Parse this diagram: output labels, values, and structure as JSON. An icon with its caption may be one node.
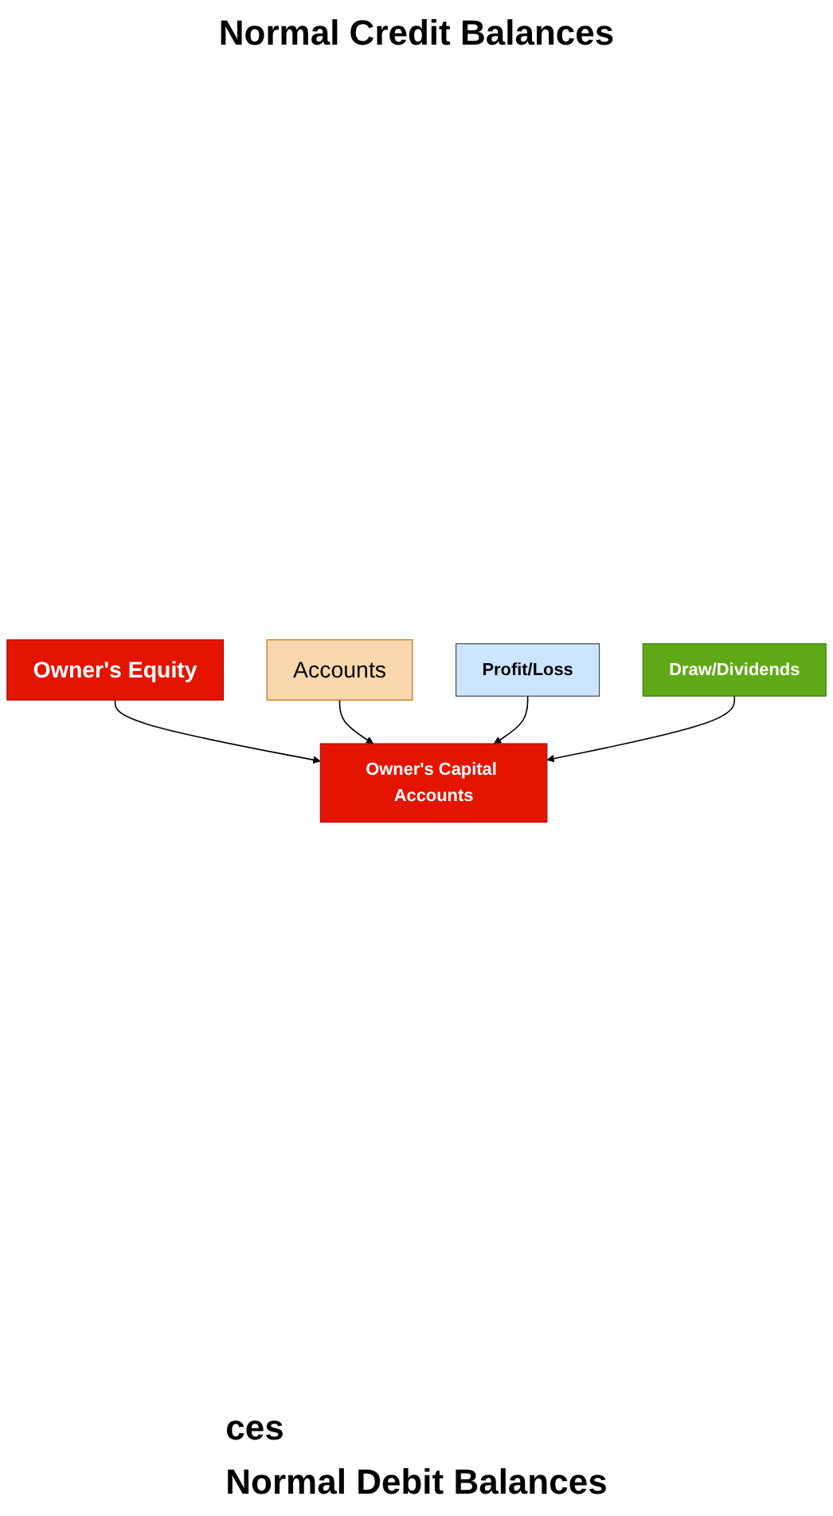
{
  "diagram": {
    "nodes": [
      {
        "text": [
          "Owner's Equity"
        ]
      },
      {
        "text": [
          "Owner's Capital Accounts"
        ]
      },
      {
        "text": [
          "Accounts"
        ]
      },
      {
        "text": [
          "Profit/Loss"
        ]
      },
      {
        "text": [
          "Draw/Dividends"
        ]
      }
    ],
    "edges": [
      {
        "from": 0,
        "to": 1,
        "arrow": "to"
      },
      {
        "from": 2,
        "to": 1,
        "arrow": "to"
      },
      {
        "from": 3,
        "to": 1,
        "arrow": "to"
      },
      {
        "from": 4,
        "to": 1,
        "arrow": "to"
      }
    ],
    "labels": [
      "Normal Credit Balances",
      "ces",
      "Normal Debit Balances"
    ]
  }
}
